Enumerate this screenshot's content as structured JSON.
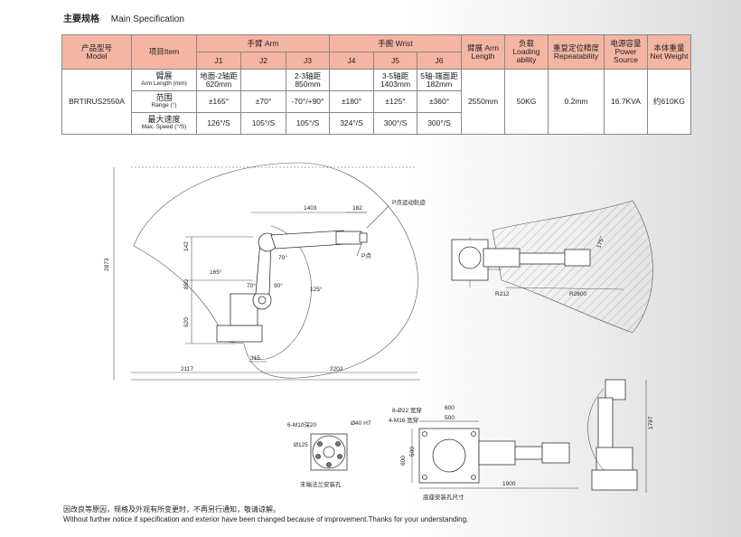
{
  "header": {
    "title_cn": "主要规格",
    "title_en": "Main Specification"
  },
  "table": {
    "model_cn": "产品型号",
    "model_en": "Model",
    "item": "项目Item",
    "arm_group": "手臂 Arm",
    "wrist_group": "手腕 Wrist",
    "joints": [
      "J1",
      "J2",
      "J3",
      "J4",
      "J5",
      "J6"
    ],
    "armlen_head": "臂展 Arm Length",
    "load_cn": "负载",
    "load_en": "Loading ability",
    "rep_cn": "重复定位精度",
    "rep_en": "Repeatability",
    "pow_cn": "电源容量",
    "pow_en": "Power Source",
    "wt_cn": "本体重量",
    "wt_en": "Net Weight",
    "model_value": "BRTIRUS2550A",
    "rows": [
      {
        "label_cn": "臂展",
        "label_en": "Arm Length (mm)",
        "values": [
          "地面-2轴距 620mm",
          "",
          "2-3轴距 850mm",
          "",
          "3-5轴距 1403mm",
          "5轴-端面距 182mm"
        ]
      },
      {
        "label_cn": "范围",
        "label_en": "Range (°)",
        "values": [
          "±165°",
          "±70°",
          "-70°/+90°",
          "±180°",
          "±125°",
          "±360°"
        ]
      },
      {
        "label_cn": "最大速度",
        "label_en": "Max. Speed (°/S)",
        "values": [
          "126°/S",
          "105°/S",
          "105°/S",
          "324°/S",
          "300°/S",
          "300°/S"
        ]
      }
    ],
    "arm_length": "2550mm",
    "loading": "50KG",
    "repeatability": "0.2mm",
    "power": "16.7KVA",
    "weight": "约610KG"
  },
  "drawing_labels": {
    "d1403": "1403",
    "d182": "182",
    "p_track": "P点运动轨迹",
    "p_point": "P点",
    "d2873": "2873",
    "d142": "142",
    "d850": "850",
    "d620": "620",
    "d2117": "2117",
    "d315": "315",
    "d2202": "2202",
    "a165": "165°",
    "a70": "70°",
    "a90": "90°",
    "a70b": "70°",
    "a125": "125°",
    "r212": "R212",
    "r2600": "R2600",
    "a175": "175°",
    "flange_holes": "6-M10深20",
    "flange_pcd": "Ø40 H7",
    "flange_d": "Ø125",
    "flange_caption": "末端法兰安装孔",
    "base_holes1": "8-Ø22 宽穿",
    "base_holes2": "4-M16 宽穿",
    "b600a": "600",
    "b500a": "500",
    "b600b": "600",
    "b500b": "500",
    "base_caption": "底座安装孔尺寸",
    "d1900": "1900",
    "d1797": "1797"
  },
  "footer": {
    "cn": "因改良等原因，规格及外观有所变更时，不再另行通知，敬请谅解。",
    "en": "Without further notice if specification and exterior have been changed because of improvement.Thanks for your understanding."
  }
}
